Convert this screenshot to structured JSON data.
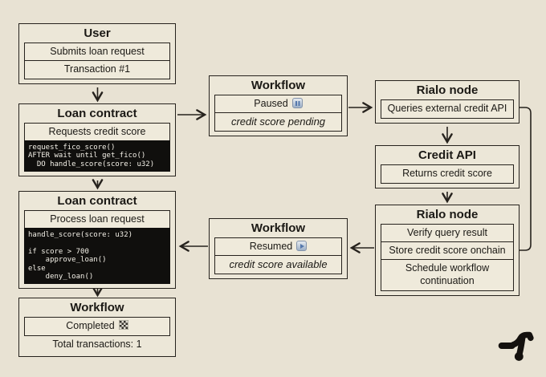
{
  "colors": {
    "background": "#e8e2d3",
    "box_fill": "#ece7d8",
    "row_fill": "#efeadb",
    "line": "#26221d",
    "code_background": "#100f0d",
    "code_text": "#f4f1e8",
    "emoji_blue": "#5578ac"
  },
  "icons": {
    "pause": "pause-button",
    "play": "play-button",
    "flag": "chequered-flag",
    "logo": "rialo-mark"
  },
  "boxes": {
    "user": {
      "title": "User",
      "rows": [
        "Submits loan request",
        "Transaction #1"
      ]
    },
    "loan_contract_1": {
      "title": "Loan contract",
      "row": "Requests credit score",
      "code": "request_fico_score()\nAFTER wait until get_fico()\n  DO handle_score(score: u32)"
    },
    "workflow_paused": {
      "title": "Workflow",
      "status": "Paused",
      "note": "credit score pending"
    },
    "rialo_node_1": {
      "title": "Rialo node",
      "rows": [
        "Queries external credit API"
      ]
    },
    "credit_api": {
      "title": "Credit API",
      "rows": [
        "Returns credit score"
      ]
    },
    "rialo_node_2": {
      "title": "Rialo node",
      "rows": [
        "Verify query result",
        "Store credit score onchain",
        "Schedule workflow continuation"
      ]
    },
    "workflow_resumed": {
      "title": "Workflow",
      "status": "Resumed",
      "note": "credit score available"
    },
    "loan_contract_2": {
      "title": "Loan contract",
      "row": "Process loan request",
      "code": "handle_score(score: u32)\n\nif score > 700\n    approve_loan()\nelse\n    deny_loan()"
    },
    "workflow_completed": {
      "title": "Workflow",
      "status": "Completed",
      "total": "Total transactions: 1"
    }
  }
}
